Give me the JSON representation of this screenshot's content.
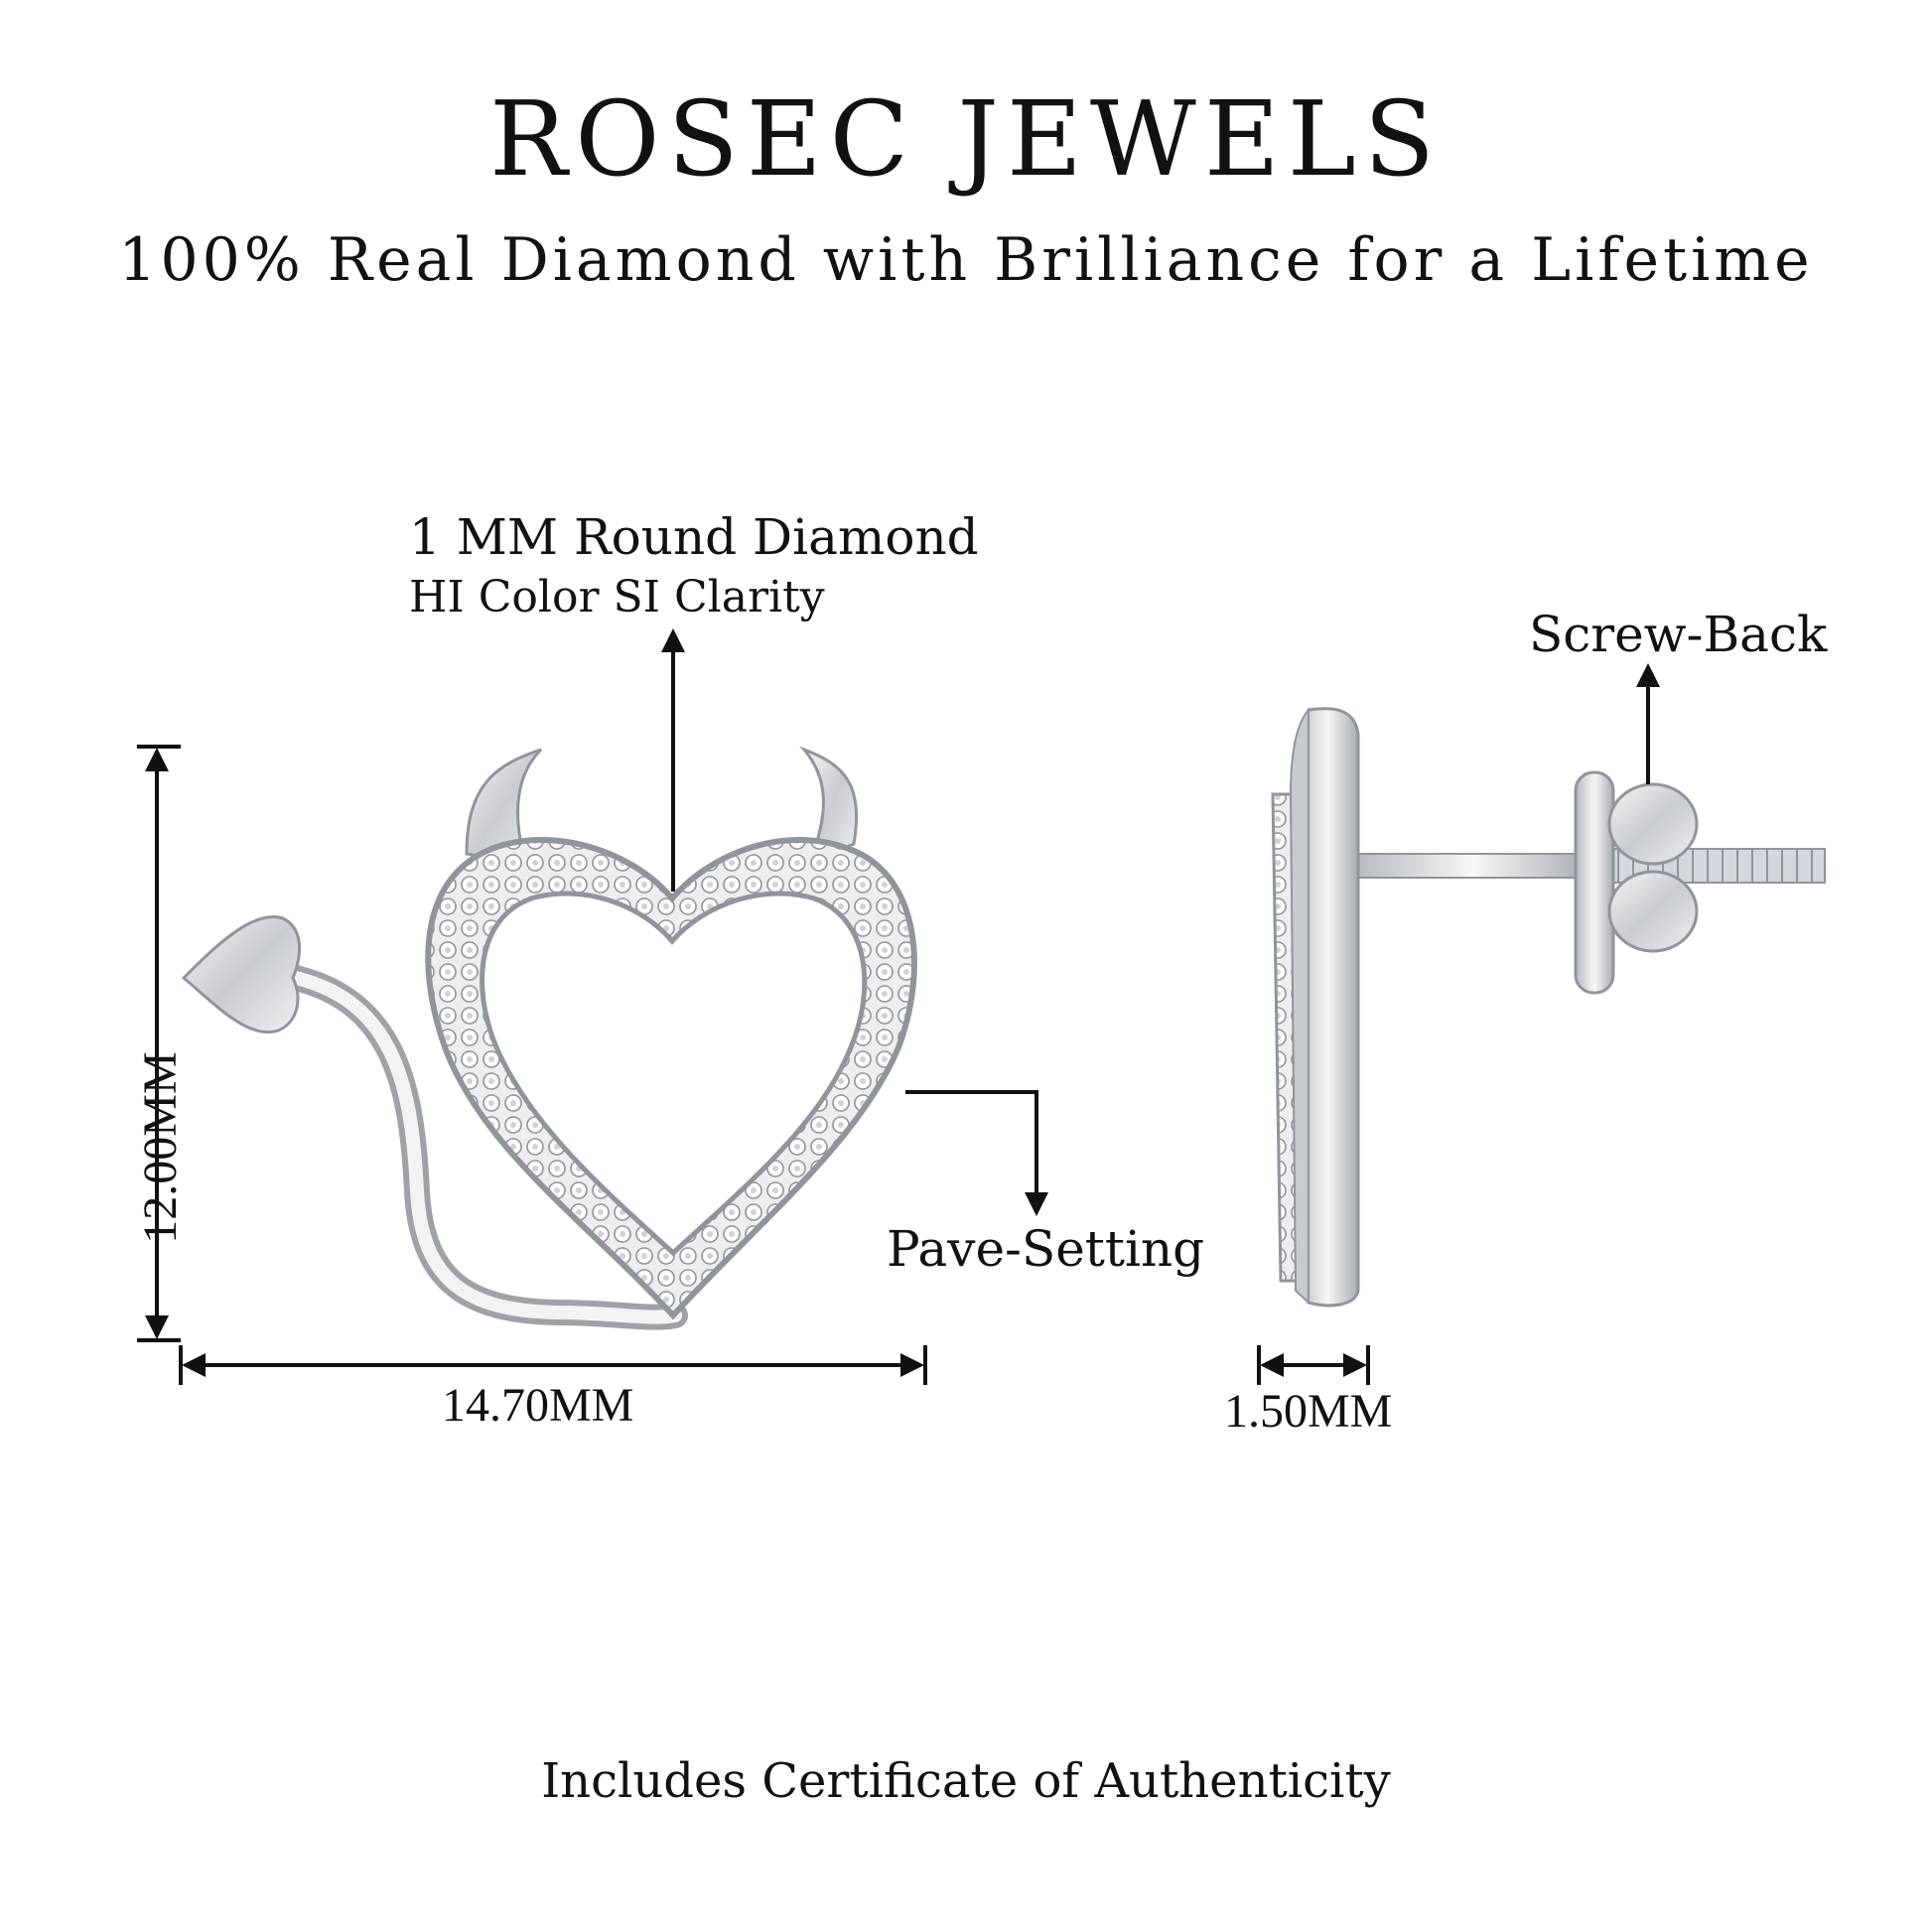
{
  "brand": {
    "name": "ROSEC JEWELS",
    "tagline": "100% Real Diamond with Brilliance for a Lifetime"
  },
  "callouts": {
    "diamond_title": "1 MM Round Diamond",
    "diamond_detail": "HI Color SI Clarity",
    "pave": "Pave-Setting",
    "screw_back": "Screw-Back"
  },
  "dimensions": {
    "height": "12.00MM",
    "width": "14.70MM",
    "thickness": "1.50MM"
  },
  "footer": {
    "note": "Includes Certificate of Authenticity"
  },
  "colors": {
    "metal": "#d9dbde",
    "metal_dark": "#9ea2a7",
    "line": "#111111"
  },
  "icons": [
    "devil-heart-earring-front",
    "earring-side-view",
    "arrow-up-icon",
    "arrow-down-icon"
  ]
}
